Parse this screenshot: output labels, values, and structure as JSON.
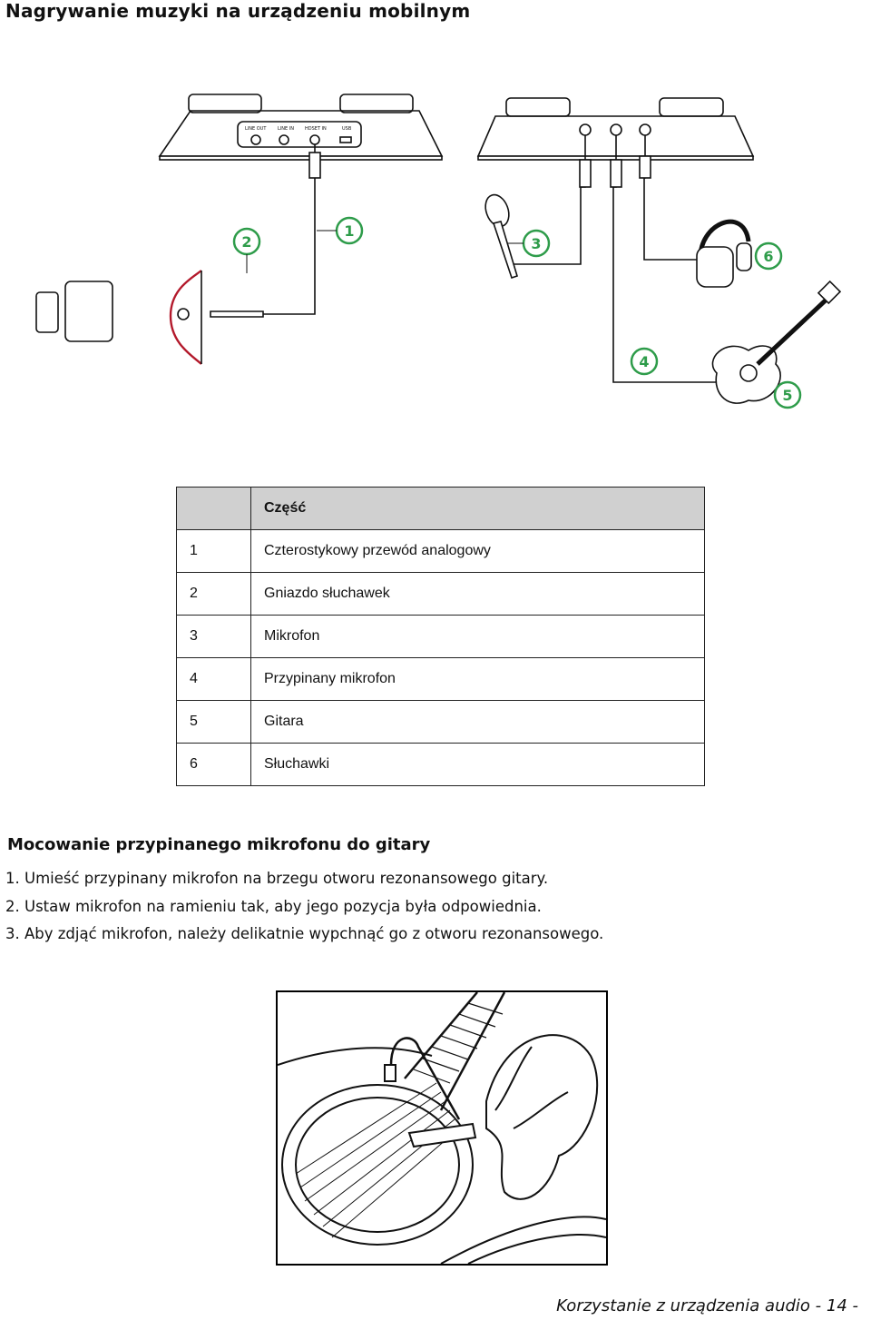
{
  "page_title": "Nagrywanie muzyki na urządzeniu mobilnym",
  "device_labels": {
    "port1": "LINE OUT",
    "port2": "LINE IN",
    "port3": "HDSET IN",
    "port4": "USB"
  },
  "callouts": [
    "1",
    "2",
    "3",
    "4",
    "5",
    "6"
  ],
  "table": {
    "header": "Część",
    "rows": [
      {
        "num": "1",
        "label": "Czterostykowy przewód analogowy"
      },
      {
        "num": "2",
        "label": "Gniazdo słuchawek"
      },
      {
        "num": "3",
        "label": "Mikrofon"
      },
      {
        "num": "4",
        "label": "Przypinany mikrofon"
      },
      {
        "num": "5",
        "label": "Gitara"
      },
      {
        "num": "6",
        "label": "Słuchawki"
      }
    ]
  },
  "section": {
    "heading": "Mocowanie przypinanego mikrofonu do gitary",
    "steps": [
      "1. Umieść przypinany mikrofon na brzegu otworu rezonansowego gitary.",
      "2. Ustaw mikrofon na ramieniu tak, aby jego pozycja była odpowiednia.",
      "3. Aby zdjąć mikrofon, należy delikatnie wypchnąć go z otworu rezonansowego."
    ]
  },
  "footer": "Korzystanie z urządzenia audio - 14 -",
  "colors": {
    "callout_green": "#2e9c4a",
    "red_edge": "#b3192b",
    "table_header_bg": "#d0d0d0"
  }
}
